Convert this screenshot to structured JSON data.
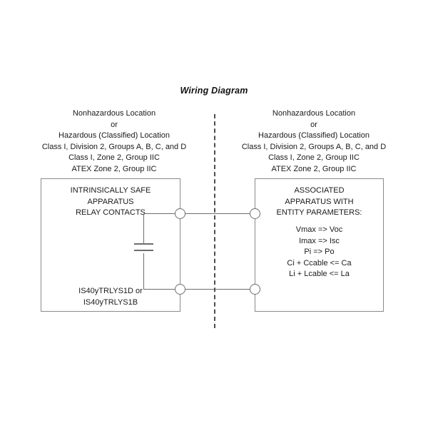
{
  "diagram": {
    "title": "Wiring Diagram"
  },
  "location_left": {
    "lines": [
      "Nonhazardous Location",
      "or",
      "Hazardous (Classified) Location",
      "Class I, Division 2, Groups A, B, C, and D",
      "Class I, Zone 2, Group IIC",
      "ATEX Zone 2, Group IIC"
    ]
  },
  "location_right": {
    "lines": [
      "Nonhazardous Location",
      "or",
      "Hazardous (Classified) Location",
      "Class I, Division 2, Groups A, B, C, and D",
      "Class I, Zone 2, Group IIC",
      "ATEX Zone 2, Group IIC"
    ]
  },
  "intrinsically_safe_box": {
    "heading_lines": [
      "INTRINSICALLY SAFE",
      "APPARATUS",
      "RELAY CONTACTS"
    ],
    "part_numbers": [
      "IS40yTRLYS1D or",
      "IS40yTRLYS1B"
    ]
  },
  "associated_box": {
    "heading_lines": [
      "ASSOCIATED",
      "APPARATUS WITH",
      "ENTITY PARAMETERS:"
    ],
    "entity_parameters": [
      "Vmax => Voc",
      "Imax => Isc",
      "Pi => Po",
      "Ci + Ccable <= Ca",
      "Li + Lcable <= La"
    ]
  },
  "symbols": {
    "capacitor": "capacitor-symbol",
    "terminal": "terminal-circle",
    "divider": "dashed-location-divider"
  },
  "colors": {
    "line": "#6d6d6d",
    "box_border": "#8a8a8a",
    "divider": "#4d4d4d",
    "text": "#1a1a1a",
    "background": "#ffffff"
  }
}
